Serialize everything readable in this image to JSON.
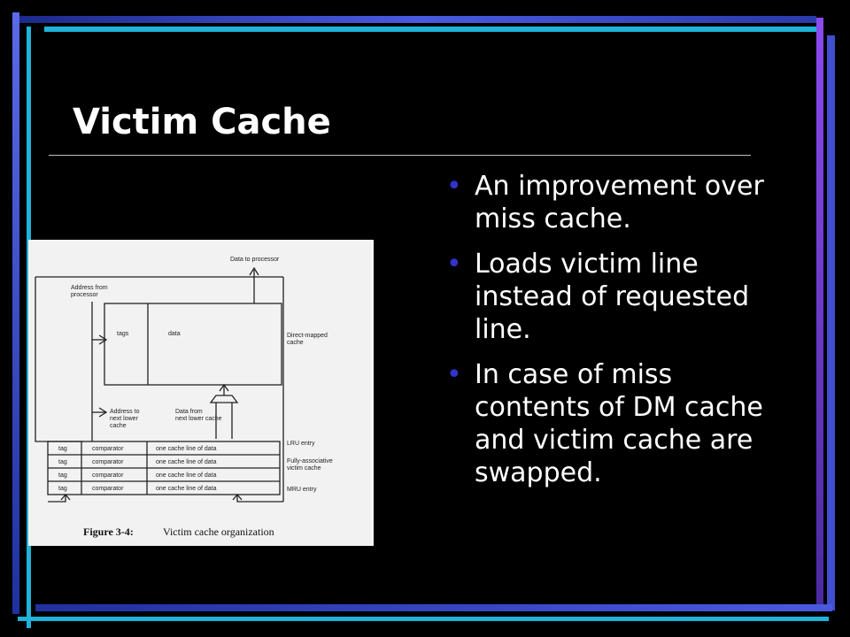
{
  "slide": {
    "title": "Victim Cache",
    "bullets": [
      "An improvement over miss cache.",
      "Loads victim line instead of requested line.",
      "In case of miss contents of DM cache and victim cache are swapped."
    ],
    "bullet_glyph": "•"
  },
  "figure": {
    "caption_prefix": "Figure 3-4:",
    "caption_text": "Victim cache organization",
    "labels": {
      "data_to_processor": "Data to processor",
      "address_from_processor_1": "Address from",
      "address_from_processor_2": "processor",
      "tags": "tags",
      "data": "data",
      "direct_mapped_1": "Direct-mapped",
      "direct_mapped_2": "cache",
      "address_next_1": "Address to",
      "address_next_2": "next lower",
      "address_next_3": "cache",
      "data_from_1": "Data from",
      "data_from_2": "next lower cache",
      "lru_entry": "LRU entry",
      "fully_assoc_1": "Fully-associative",
      "fully_assoc_2": "victim cache",
      "mru_entry": "MRU entry"
    },
    "rows": [
      {
        "tag": "tag",
        "comparator": "comparator",
        "line": "one cache line of data"
      },
      {
        "tag": "tag",
        "comparator": "comparator",
        "line": "one cache line of data"
      },
      {
        "tag": "tag",
        "comparator": "comparator",
        "line": "one cache line of data"
      },
      {
        "tag": "tag",
        "comparator": "comparator",
        "line": "one cache line of data"
      }
    ]
  },
  "colors": {
    "background": "#000000",
    "title": "#ffffff",
    "bullet_dot": "#3333cc",
    "frame_blue": "#3f4fcf",
    "frame_cyan": "#1fb3d9",
    "frame_purple": "#7a3fe0",
    "figure_bg": "#f2f2f2"
  }
}
